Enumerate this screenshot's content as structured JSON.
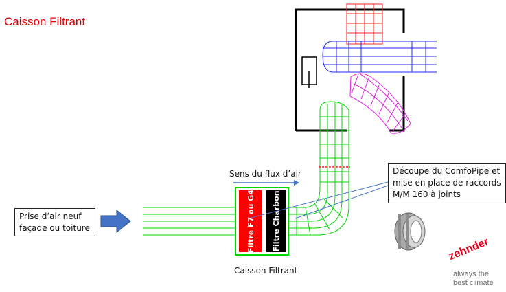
{
  "page": {
    "title": "Caisson Filtrant"
  },
  "labels": {
    "intake_line1": "Prise d’air neuf",
    "intake_line2": "façade ou toiture",
    "airflow": "Sens du flux d’air",
    "filter_red": "Filtre F7 ou G4",
    "filter_black": "Filtre Charbon",
    "caisson": "Caisson Filtrant",
    "cut_line1": "Découpe du ComfoPipe et",
    "cut_line2": "mise en place de raccords",
    "cut_line3": "M/M 160 à joints"
  },
  "brand": {
    "name": "zehnder",
    "tagline_line1": "always the",
    "tagline_line2": "best climate"
  },
  "colors": {
    "title": "#e00000",
    "pipe_green": "#00d800",
    "pipe_blue": "#2a2aff",
    "pipe_red": "#ff2020",
    "pipe_magenta": "#e020e0",
    "filter_red": "#ff0000",
    "filter_black": "#000000",
    "arrow_blue": "#4472c4",
    "brand": "#e2001a"
  }
}
